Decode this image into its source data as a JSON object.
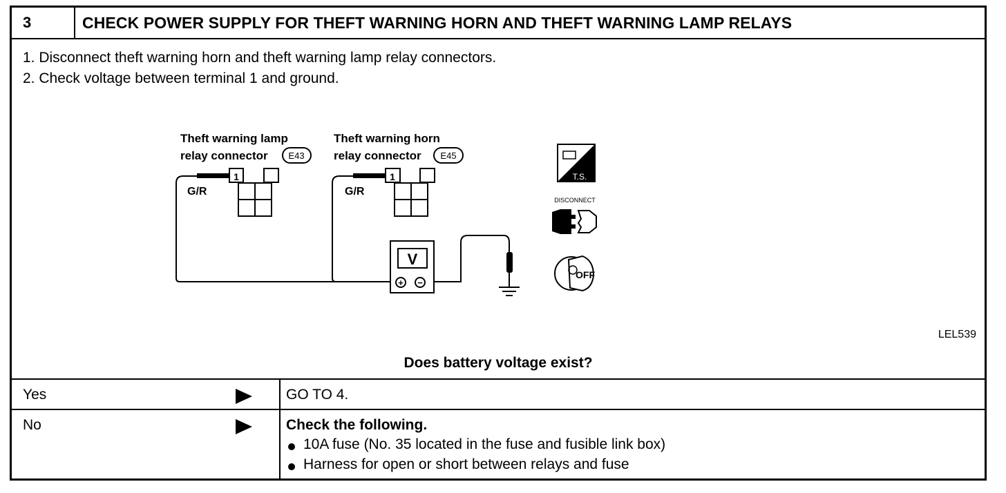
{
  "header": {
    "step_number": "3",
    "title": "CHECK POWER SUPPLY FOR THEFT WARNING HORN AND THEFT WARNING LAMP RELAYS"
  },
  "instructions": [
    "1.  Disconnect theft warning horn and theft warning lamp relay connectors.",
    "2.  Check voltage between terminal 1 and ground."
  ],
  "figure": {
    "lamp_connector_line1": "Theft warning lamp",
    "lamp_connector_line2": "relay connector",
    "lamp_connector_code": "E43",
    "horn_connector_line1": "Theft warning horn",
    "horn_connector_line2": "relay connector",
    "horn_connector_code": "E45",
    "wire_color_lamp": "G/R",
    "wire_color_horn": "G/R",
    "terminal_lamp": "1",
    "terminal_horn": "1",
    "meter_symbol": "V",
    "meter_plus": "+",
    "meter_minus": "−",
    "icon_ts_label": "T.S.",
    "icon_disconnect_label": "DISCONNECT",
    "icon_off_label": "OFF",
    "figure_id": "LEL539"
  },
  "question": "Does battery voltage exist?",
  "answers": {
    "yes_label": "Yes",
    "yes_result": "GO TO 4.",
    "no_label": "No",
    "no_heading": "Check the following.",
    "no_items": [
      "10A fuse (No. 35 located in the fuse and fusible link box)",
      "Harness for open or short between relays and fuse"
    ]
  }
}
